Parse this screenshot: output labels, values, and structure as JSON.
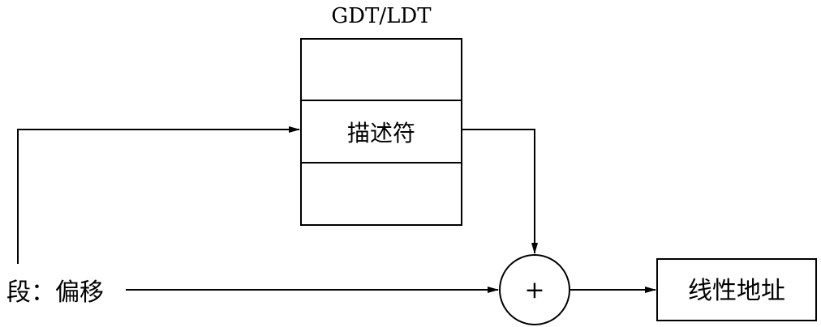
{
  "table": {
    "title": "GDT/LDT",
    "descriptor_label": "描述符"
  },
  "input": {
    "label": "段：偏移"
  },
  "adder": {
    "symbol": "+"
  },
  "output": {
    "label": "线性地址"
  }
}
